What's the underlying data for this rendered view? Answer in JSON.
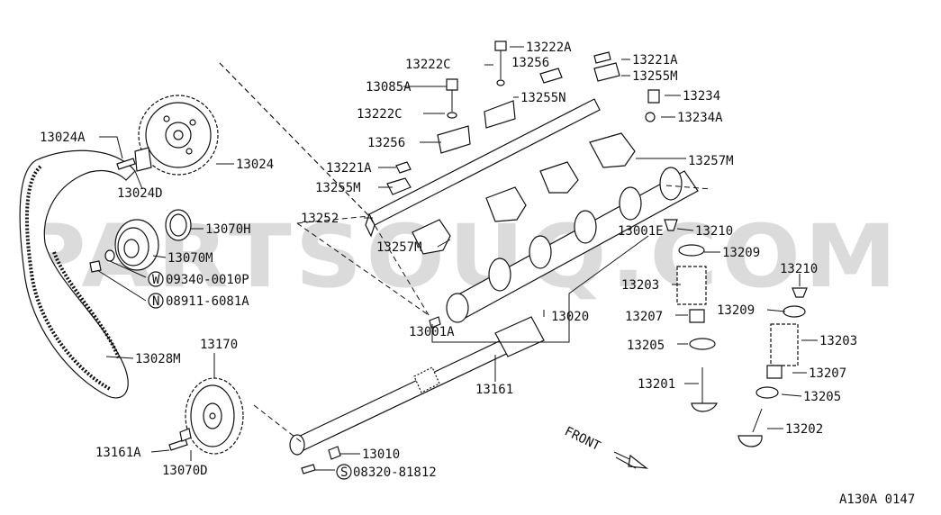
{
  "watermark": "PARTSOUQ.COM",
  "diagram_code": "A130A 0147",
  "front_label": "FRONT",
  "parts": {
    "p13222A": "13222A",
    "p13221A_top": "13221A",
    "p13222C_top": "13222C",
    "p13256_top": "13256",
    "p13255M_top": "13255M",
    "p13085A": "13085A",
    "p13255N": "13255N",
    "p13234": "13234",
    "p13222C_mid": "13222C",
    "p13234A": "13234A",
    "p13256_mid": "13256",
    "p13024A": "13024A",
    "p13024": "13024",
    "p13257M_right": "13257M",
    "p13221A_mid": "13221A",
    "p13024D": "13024D",
    "p13255M_mid": "13255M",
    "p13252": "13252",
    "p13070H": "13070H",
    "p13210_a": "13210",
    "p13001E": "13001E",
    "p13257M_left": "13257M",
    "p13070M": "13070M",
    "p13209_a": "13209",
    "p09340": "09340-0010P",
    "p13210_b": "13210",
    "p13203_a": "13203",
    "p08911": "08911-6081A",
    "p13209_b": "13209",
    "p13020": "13020",
    "p13207_a": "13207",
    "p13001A": "13001A",
    "p13203_b": "13203",
    "p13170": "13170",
    "p13205_a": "13205",
    "p13028M": "13028M",
    "p13207_b": "13207",
    "p13161": "13161",
    "p13201": "13201",
    "p13205_b": "13205",
    "p13202": "13202",
    "p13161A": "13161A",
    "p13010": "13010",
    "p13070D": "13070D",
    "p08320": "08320-81812"
  },
  "circle_prefixes": {
    "w": "W",
    "n": "N",
    "s": "S"
  }
}
